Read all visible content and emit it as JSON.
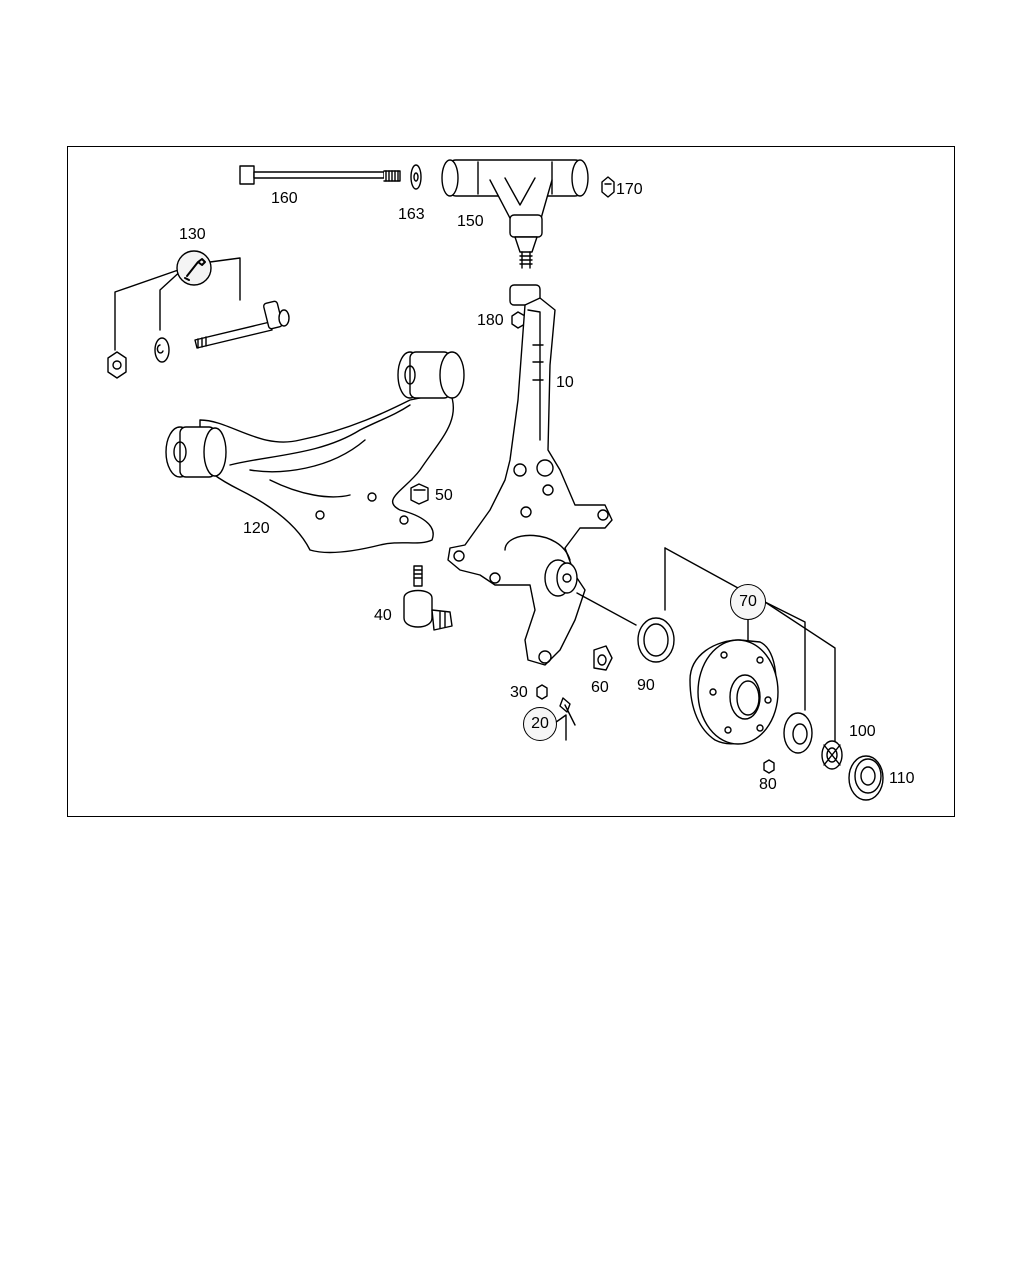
{
  "diagram": {
    "part_labels": {
      "p160": "160",
      "p163": "163",
      "p150": "150",
      "p170": "170",
      "p130": "130",
      "p180": "180",
      "p10": "10",
      "p50": "50",
      "p120": "120",
      "p40": "40",
      "p30": "30",
      "p20": "20",
      "p60": "60",
      "p90": "90",
      "p70": "70",
      "p100": "100",
      "p110": "110",
      "p80": "80"
    },
    "colors": {
      "line": "#000000",
      "fill": "#ffffff",
      "shade": "#f0f0f0"
    }
  }
}
